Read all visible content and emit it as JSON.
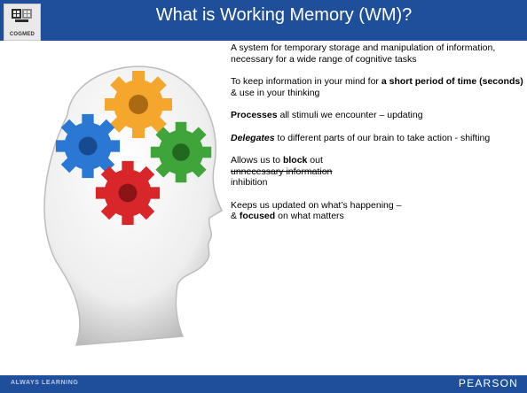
{
  "header": {
    "logo_text": "COGMED",
    "title": "What is Working Memory (WM)?"
  },
  "illustration": {
    "icon": "head-with-gears-icon",
    "gear_colors": [
      "#f4a72c",
      "#2a78d4",
      "#3fa53a",
      "#d9262b"
    ]
  },
  "content": {
    "p1": "A system for temporary storage and manipulation of information, necessary for a wide range of cognitive tasks",
    "p2_pre": "To keep information in your mind for ",
    "p2_bold": "a short period of time (seconds)",
    "p2_post": " & use in your thinking",
    "p3_bold": "Processes",
    "p3_post": " all stimuli we encounter – updating",
    "p4_bold": "Delegates",
    "p4_post": " to different parts of our brain to take action - shifting",
    "p5_pre": "Allows us to ",
    "p5_bold": "block",
    "p5_post": " out",
    "p5_strike": "unnecessary information ",
    "p5_end": "inhibition",
    "p6_line1": "Keeps us updated on what’s happening –",
    "p6_pre": "& ",
    "p6_bold": "focused",
    "p6_post": " on what matters"
  },
  "footer": {
    "tagline": "ALWAYS LEARNING",
    "brand": "PEARSON"
  },
  "colors": {
    "band": "#1f4f9a",
    "text": "#000000"
  }
}
